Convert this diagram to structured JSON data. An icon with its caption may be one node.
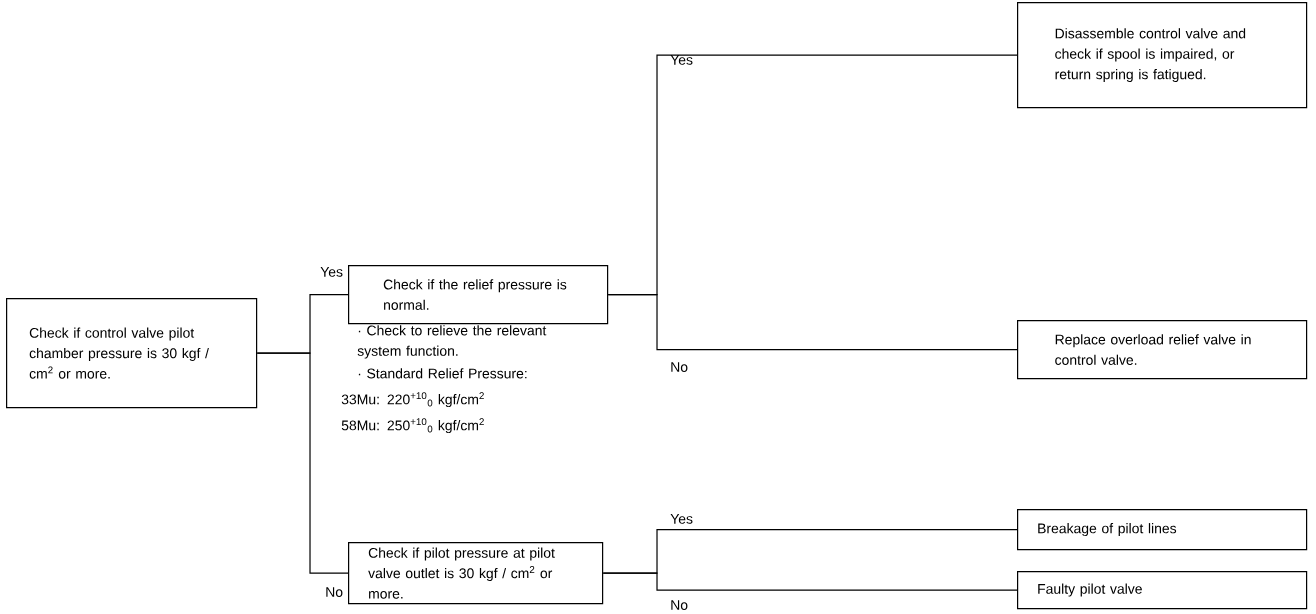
{
  "diagram": {
    "nodes": [
      {
        "text": [
          "Check if control valve pilot chamber pressure is 30 kgf / cm$^{2}$ or more."
        ]
      },
      {
        "text": [
          "Check if the relief pressure is normal."
        ]
      },
      {
        "text": [
          "Check if pilot pressure at pilot valve outlet is 30 kgf / cm$^{2}$ or more."
        ]
      },
      {
        "text": [
          "Disassemble control valve and check if spool is impaired, or return spring is fatigued."
        ]
      },
      {
        "text": [
          "Replace overload relief valve in control valve."
        ]
      },
      {
        "text": [
          "Breakage of pilot lines"
        ]
      },
      {
        "text": [
          "Faulty pilot valve"
        ]
      }
    ],
    "edges": [
      {
        "from": 0,
        "to": 1,
        "arrow": "none",
        "label": "Yes"
      },
      {
        "from": 0,
        "to": 2,
        "arrow": "none",
        "label": "No"
      },
      {
        "from": 1,
        "to": 3,
        "arrow": "none",
        "label": "Yes"
      },
      {
        "from": 1,
        "to": 4,
        "arrow": "none",
        "label": "No"
      },
      {
        "from": 2,
        "to": 5,
        "arrow": "none",
        "label": "Yes"
      },
      {
        "from": 2,
        "to": 6,
        "arrow": "none",
        "label": "No"
      }
    ],
    "labels": [
      "· Check to relieve the relevant system function.",
      "· Standard Relief Pressure:",
      "33Mu: 220$^{+10}$$_{0}$ kgf/cm$^{2}$",
      "58Mu: 250$^{+10}$$_{0}$ kgf/cm$^{2}$"
    ]
  }
}
